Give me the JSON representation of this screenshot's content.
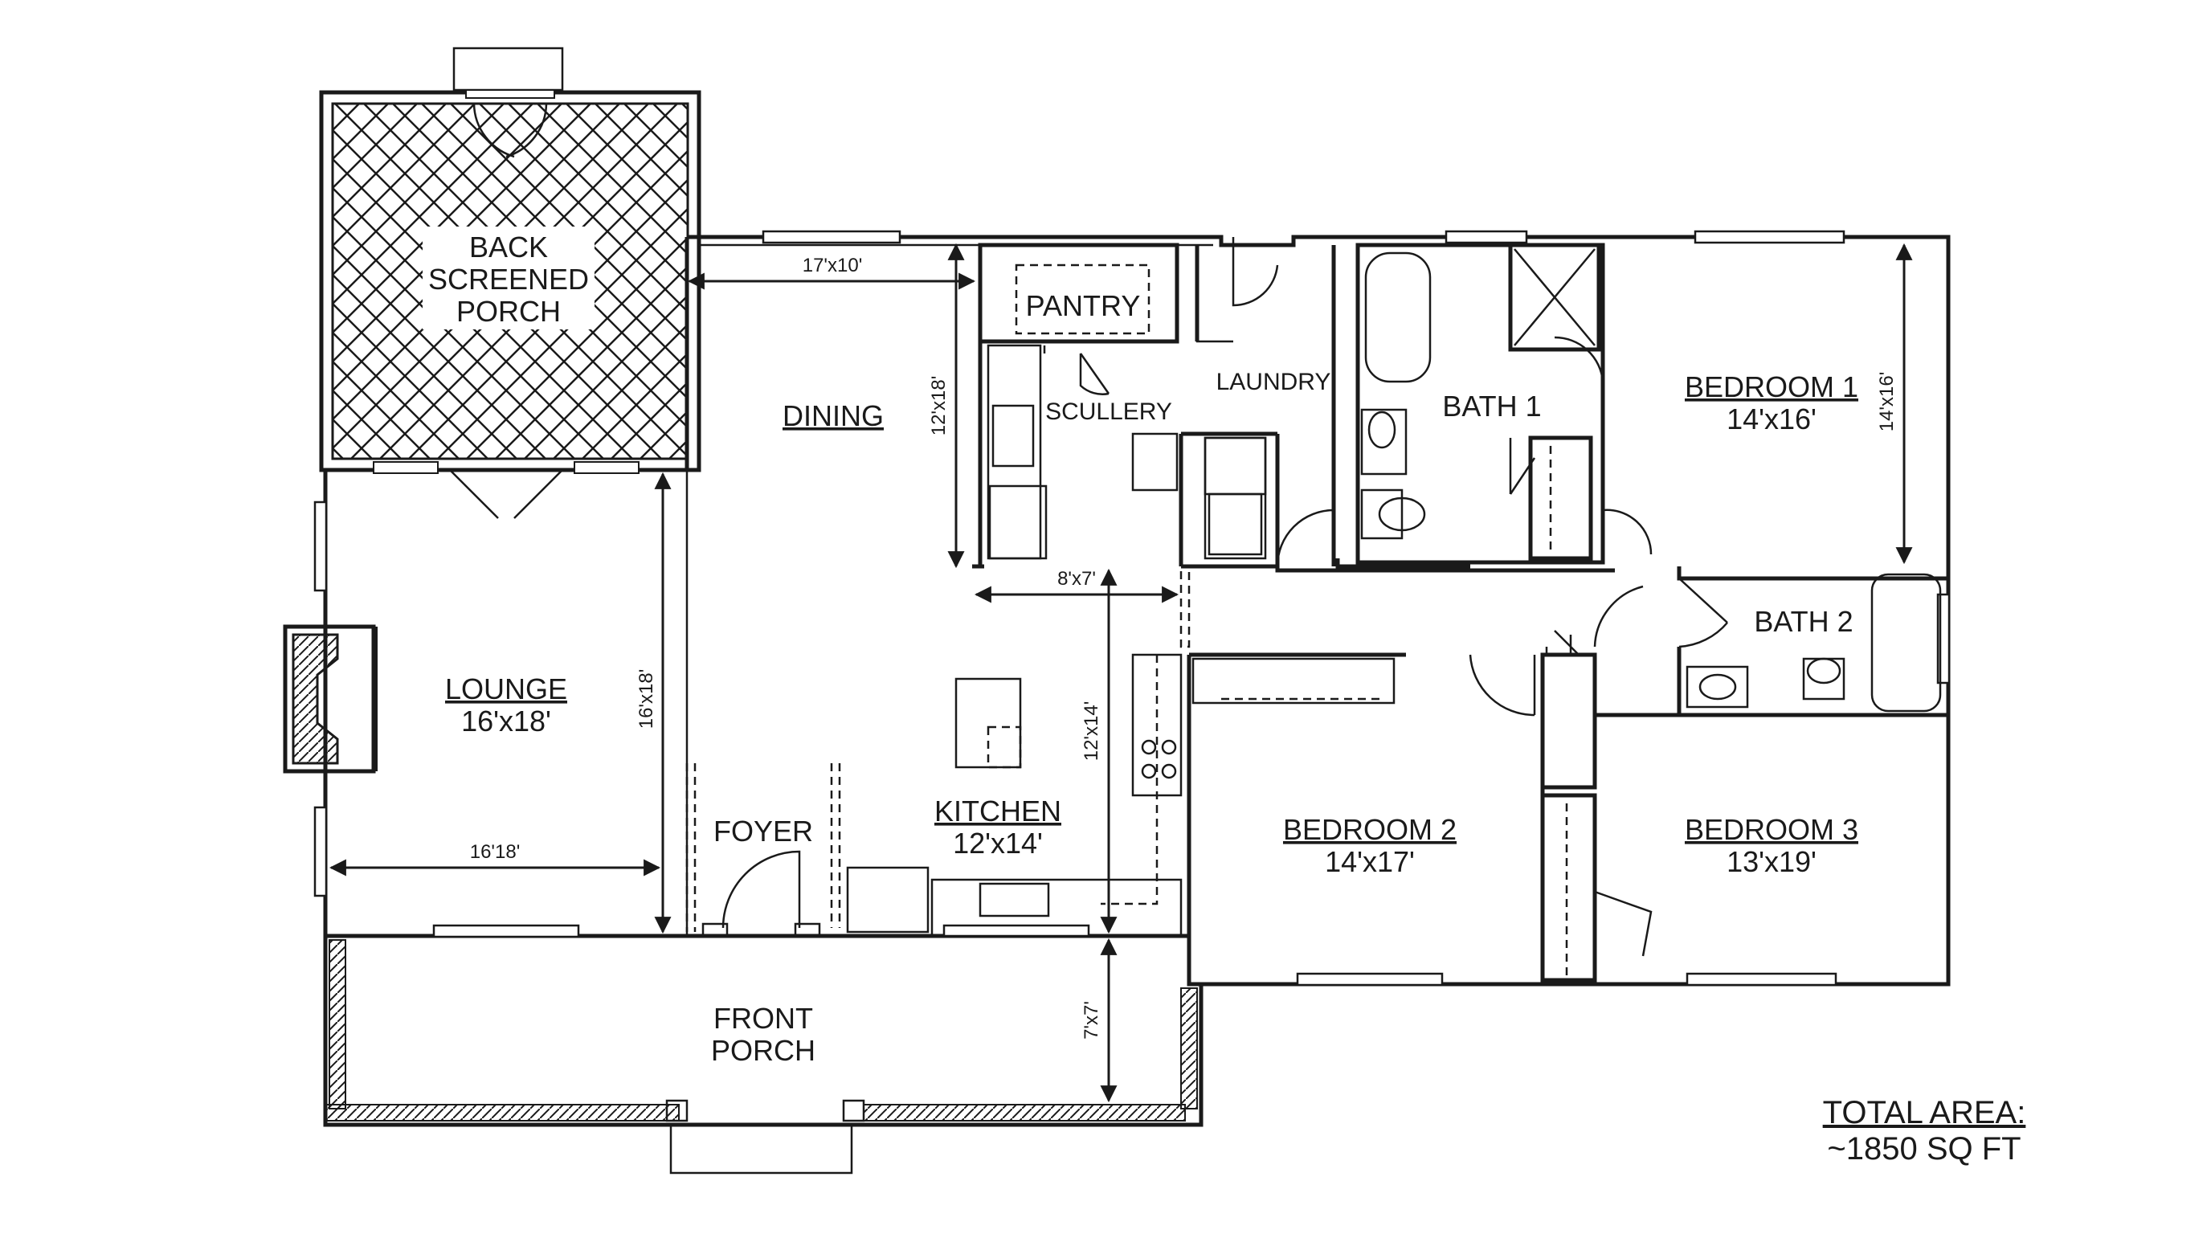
{
  "rooms": {
    "back_porch": {
      "line1": "BACK",
      "line2": "SCREENED",
      "line3": "PORCH"
    },
    "pantry": {
      "name": "PANTRY"
    },
    "laundry": {
      "name": "LAUNDRY"
    },
    "scullery": {
      "name": "SCULLERY"
    },
    "dining": {
      "name": "DINING"
    },
    "bath1": {
      "name": "BATH 1"
    },
    "bedroom1": {
      "name": "BEDROOM 1",
      "size": "14'x16'"
    },
    "bath2": {
      "name": "BATH 2"
    },
    "lounge": {
      "name": "LOUNGE",
      "size": "16'x18'"
    },
    "foyer": {
      "name": "FOYER"
    },
    "kitchen": {
      "name": "KITCHEN",
      "size": "12'x14'"
    },
    "bedroom2": {
      "name": "BEDROOM 2",
      "size": "14'x17'"
    },
    "bedroom3": {
      "name": "BEDROOM 3",
      "size": "13'x19'"
    },
    "front_porch": {
      "line1": "FRONT",
      "line2": "PORCH"
    }
  },
  "dimensions": {
    "dining_width": "17'x10'",
    "dining_height": "12'x18'",
    "scullery": "8'x7'",
    "lounge_height": "16'x18'",
    "lounge_width": "16'18'",
    "kitchen_height": "12'x14'",
    "front_porch": "7'x7'",
    "bedroom1_height": "14'x16'"
  },
  "total": {
    "line1": "TOTAL AREA:",
    "line2": "~1850 SQ FT"
  },
  "colors": {
    "ink": "#1a1a1a",
    "background": "#ffffff"
  }
}
